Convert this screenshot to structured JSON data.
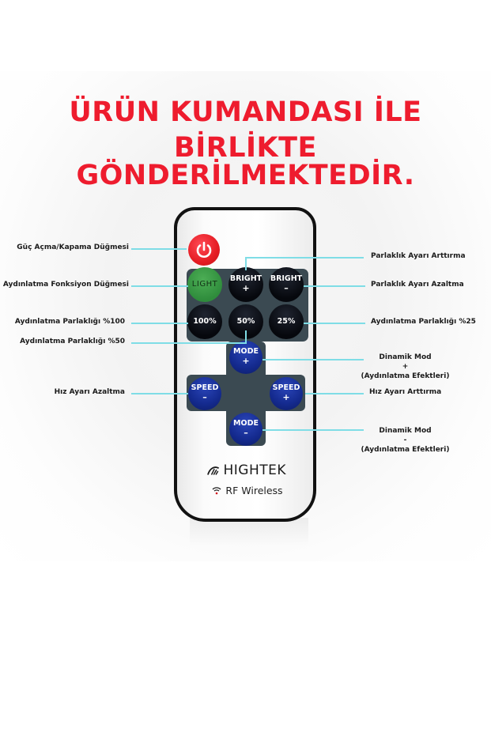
{
  "title": {
    "line1": "ÜRÜN KUMANDASI İLE",
    "line2": "BİRLİKTE GÖNDERİLMEKTEDİR.",
    "color": "#ee1c2e"
  },
  "remote": {
    "brand": "HIGHTEK",
    "wireless_label": "RF Wireless",
    "buttons": {
      "power": {
        "icon": "power-icon",
        "color": "#e51c23"
      },
      "light": {
        "label": "LIGHT",
        "color": "#3c9e48"
      },
      "bright_up": {
        "label": "BRIGHT",
        "sign": "+"
      },
      "bright_down": {
        "label": "BRIGHT",
        "sign": "–"
      },
      "p100": {
        "label": "100%"
      },
      "p50": {
        "label": "50%"
      },
      "p25": {
        "label": "25%"
      },
      "mode_up": {
        "label": "MODE",
        "sign": "+"
      },
      "speed_down": {
        "label": "SPEED",
        "sign": "–"
      },
      "speed_up": {
        "label": "SPEED",
        "sign": "+"
      },
      "mode_down": {
        "label": "MODE",
        "sign": "–"
      }
    }
  },
  "callouts": {
    "power": "Güç Açma/Kapama Düğmesi",
    "light": "Aydınlatma Fonksiyon Düğmesi",
    "p100": "Aydınlatma Parlaklığı %100",
    "p50": "Aydınlatma Parlaklığı %50",
    "speed_down": "Hız Ayarı Azaltma",
    "bright_up": "Parlaklık Ayarı Arttırma",
    "bright_down": "Parlaklık Ayarı Azaltma",
    "p25": "Aydınlatma Parlaklığı %25",
    "mode_up": {
      "line1": "Dinamik Mod",
      "line2": "+",
      "line3": "(Aydınlatma Efektleri)"
    },
    "speed_up": "Hız Ayarı Arttırma",
    "mode_down": {
      "line1": "Dinamik Mod",
      "line2": "-",
      "line3": "(Aydınlatma Efektleri)"
    }
  },
  "line_color": "#7fdde6"
}
